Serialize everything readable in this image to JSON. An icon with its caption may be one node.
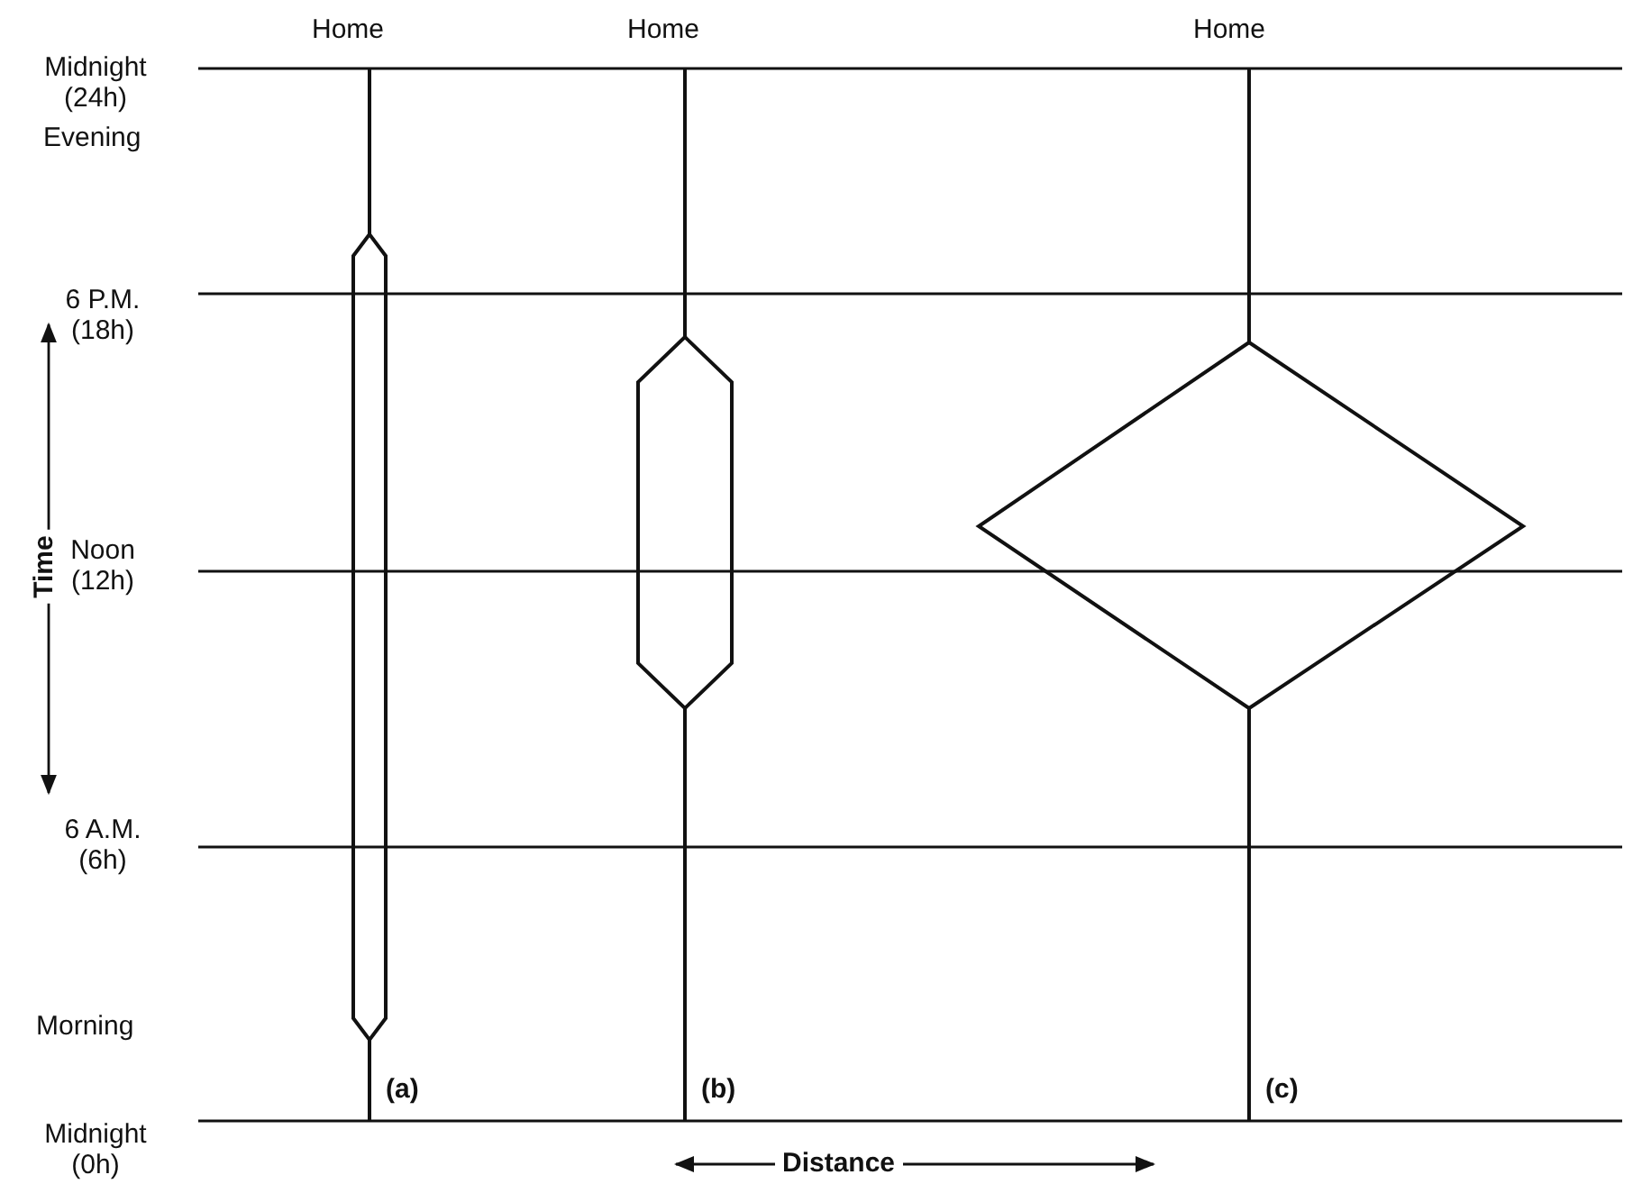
{
  "diagram": {
    "labels": [
      "Home",
      "Home",
      "Home",
      "Midnight (24h)",
      "Evening",
      "6 P.M. (18h)",
      "Time",
      "Noon (12h)",
      "6 A.M. (6h)",
      "Morning",
      "(a)",
      "(b)",
      "(c)",
      "Midnight (0h)",
      "Distance"
    ]
  }
}
